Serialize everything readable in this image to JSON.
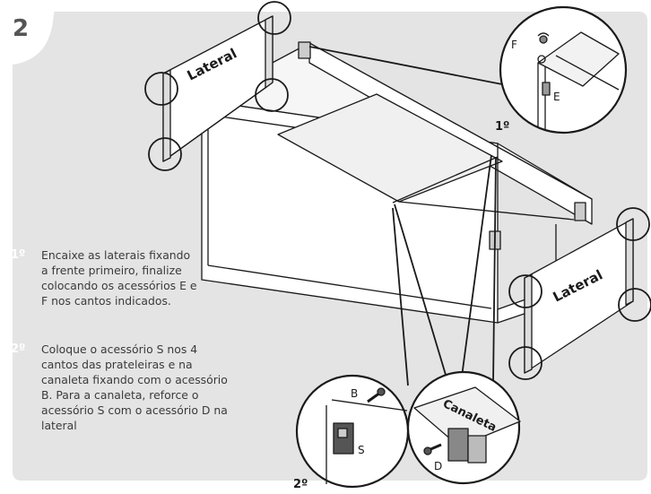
{
  "step_badge": "2",
  "labels": {
    "lateral_left": "Lateral",
    "lateral_right": "Lateral",
    "canaleta": "Canaleta",
    "acc_f": "F",
    "acc_e": "E",
    "acc_b": "B",
    "acc_s": "S",
    "acc_d": "D",
    "detail_1": "1º",
    "detail_2": "2º"
  },
  "instructions": [
    {
      "number": "1º",
      "text": "Encaixe as laterais fixando\na frente primeiro, finalize\ncolocando os acessórios E e\nF nos cantos indicados."
    },
    {
      "number": "2º",
      "text": "Coloque o acessório S nos 4\ncantos das prateleiras e na\ncanaleta fixando com o acessório\nB. Para a canaleta, reforce o\nacessório S com o acessório D na\nlateral"
    }
  ],
  "colors": {
    "panel_bg": "#e4e4e4",
    "line": "#1a1a1a",
    "panel_fill": "#ffffff"
  }
}
